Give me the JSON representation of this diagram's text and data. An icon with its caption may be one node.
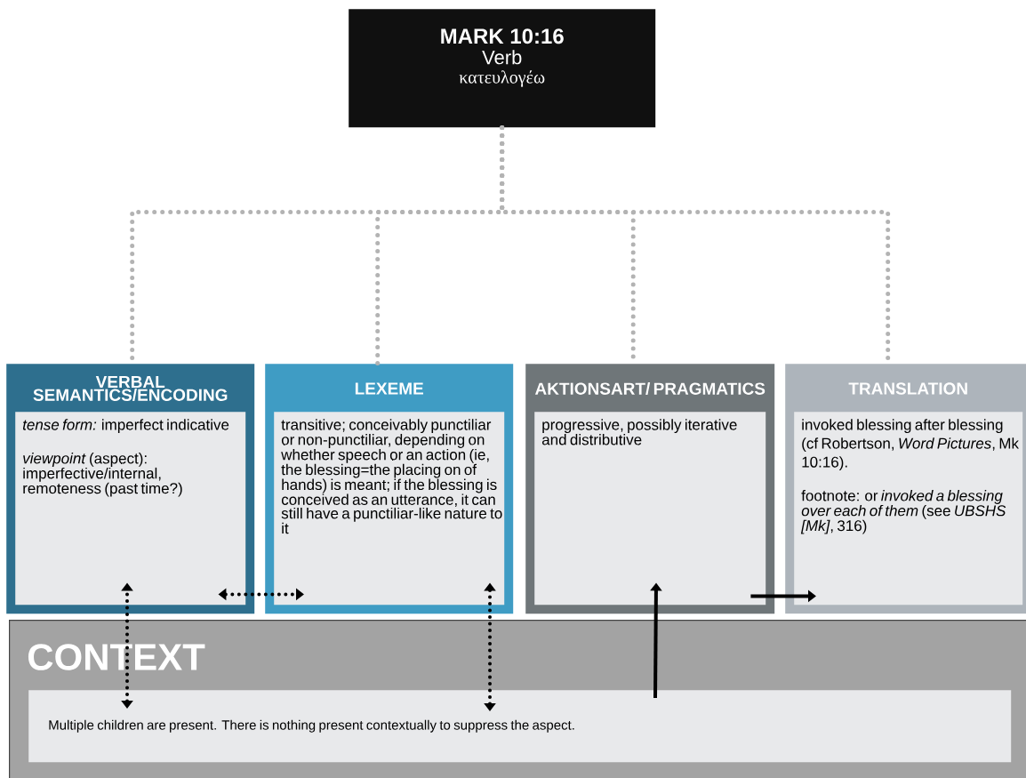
{
  "diagram": {
    "nodes": [
      {
        "text": [
          "MARK 10:16",
          "Verb",
          "κατευλογέω"
        ]
      },
      {
        "text": [
          "VERBAL SEMANTICS/ENCODING"
        ]
      },
      {
        "text": [
          "*tense form:* imperfect indicative",
          "*viewpoint* (aspect): imperfective/internal, remoteness (past time?)"
        ],
        "in": 1
      },
      {
        "text": [
          "LEXEME"
        ]
      },
      {
        "text": [
          "transitive; conceivably punctiliar or non-punctiliar, depending on whether speech or an action (ie, the blessing=the placing on of hands) is meant; if the blessing is conceived as an utterance, it can still have a punctiliar-like nature to it"
        ],
        "in": 3
      },
      {
        "text": [
          "AKTIONSART/ PRAGMATICS"
        ]
      },
      {
        "text": [
          "progressive, possibly iterative and distributive"
        ],
        "in": 5
      },
      {
        "text": [
          "TRANSLATION"
        ]
      },
      {
        "text": [
          "invoked blessing after blessing (cf Robertson, *Word Pictures*, Mk 10:16).",
          "footnote: or *invoked a blessing over each of them* (see *UBSHS [Mk]*, 316)"
        ],
        "in": 7
      },
      {
        "text": [
          "CONTEXT"
        ]
      },
      {
        "text": [
          "Multiple children are present. There is nothing present contextually to suppress the aspect."
        ],
        "in": 9
      }
    ],
    "edges": [
      {
        "from": 0,
        "to": 1,
        "arrow": "none",
        "style": "dashed",
        "color": "#b3b3b3"
      },
      {
        "from": 0,
        "to": 3,
        "arrow": "none",
        "style": "dashed",
        "color": "#b3b3b3"
      },
      {
        "from": 0,
        "to": 5,
        "arrow": "none",
        "style": "dashed",
        "color": "#b3b3b3"
      },
      {
        "from": 0,
        "to": 7,
        "arrow": "none",
        "style": "dashed",
        "color": "#b3b3b3"
      },
      {
        "from": 10,
        "to": 2,
        "arrow": "both",
        "style": "dashed"
      },
      {
        "from": 2,
        "to": 4,
        "arrow": "both",
        "style": "dashed"
      },
      {
        "from": 10,
        "to": 4,
        "arrow": "both",
        "style": "dashed"
      },
      {
        "from": 10,
        "to": 6,
        "arrow": "to"
      },
      {
        "from": 6,
        "to": 8,
        "arrow": "to"
      }
    ]
  }
}
